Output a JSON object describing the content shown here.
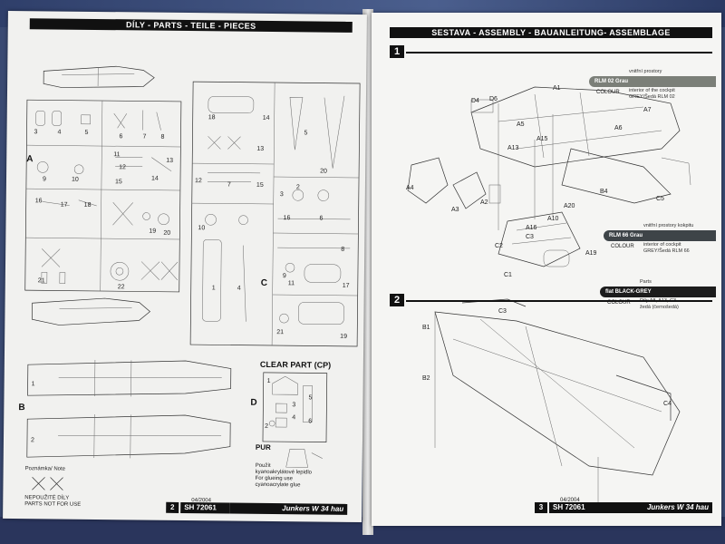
{
  "left_page": {
    "header": "DÍLY  -  PARTS  -  TEILE  -  PIECES",
    "sprue_a": {
      "letter": "A",
      "numbers": [
        "3",
        "4",
        "5",
        "6",
        "7",
        "8",
        "9",
        "10",
        "11",
        "12",
        "13",
        "14",
        "15",
        "16",
        "17",
        "18",
        "19",
        "20",
        "21",
        "22"
      ]
    },
    "sprue_b": {
      "letter": "B",
      "numbers": [
        "1",
        "2"
      ]
    },
    "sprue_c": {
      "letter": "C",
      "numbers": [
        "1",
        "2",
        "3",
        "4",
        "5",
        "6",
        "7",
        "8",
        "9",
        "10",
        "11",
        "12",
        "13",
        "14",
        "15",
        "16",
        "17",
        "18",
        "19",
        "20",
        "21"
      ]
    },
    "clear_part": {
      "title": "CLEAR PART (CP)",
      "letter": "D",
      "numbers": [
        "1",
        "2",
        "3",
        "4",
        "5",
        "6"
      ]
    },
    "note_label": "Poznámka/ Note",
    "not_for_use": [
      "NEPOUŽITÉ DÍLY",
      "PARTS NOT FOR USE"
    ],
    "pur": {
      "label": "PUR",
      "lines": [
        "Použít",
        "kyanoakrylátové lepidlo",
        "For glueing use",
        "cyanoacrylate glue"
      ]
    },
    "footer": {
      "page": "2",
      "date": "04/2004",
      "code": "SH 72061",
      "title": "Junkers W 34 hau"
    }
  },
  "right_page": {
    "header": "SESTAVA  -  ASSEMBLY  -  BAUANLEITUNG-  ASSEMBLAGE",
    "step1": {
      "number": "1",
      "parts": [
        "A1",
        "A2",
        "A3",
        "A4",
        "A5",
        "A6",
        "A7",
        "A10",
        "A13",
        "A15",
        "A16",
        "A19",
        "A20",
        "B4",
        "C1",
        "C2",
        "C3",
        "C5",
        "D4",
        "D6"
      ],
      "callouts": [
        {
          "label": "RLM 02 Grau",
          "lines": [
            "vnitřní prostory",
            "interior of the cockpit",
            "GREY/Šedá RLM 02"
          ],
          "colour_label": "COLOUR",
          "color": "#7b7f78"
        },
        {
          "label": "RLM 66 Grau",
          "lines": [
            "vnitřní prostory kokpitu",
            "interior of cockpit",
            "GREY/Šedá RLM 66"
          ],
          "colour_label": "COLOUR",
          "color": "#3e4448"
        },
        {
          "label": "flat BLACK-GREY",
          "lines": [
            "Parts",
            "Díly A8, A13, C3",
            "žedá (černošedá)"
          ],
          "colour_label": "COLOUR",
          "color": "#1c1c1c"
        }
      ]
    },
    "step2": {
      "number": "2",
      "parts": [
        "B1",
        "B2",
        "C3",
        "C4"
      ]
    },
    "footer": {
      "page": "3",
      "date": "04/2004",
      "code": "SH 72061",
      "title": "Junkers W 34 hau"
    }
  }
}
